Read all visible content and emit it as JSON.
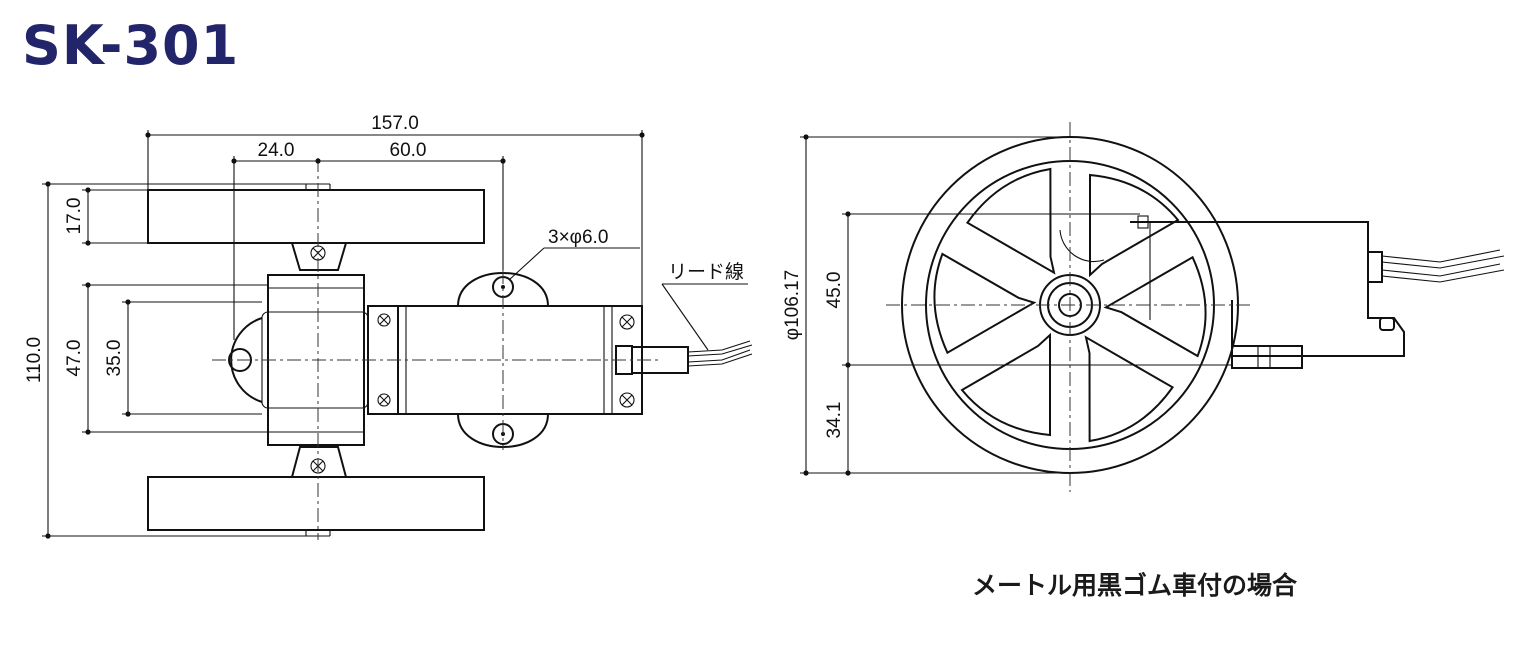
{
  "title": "SK-301",
  "caption": "メートル用黒ゴム車付の場合",
  "colors": {
    "title": "#23256a",
    "line": "#111111"
  },
  "dimensions": {
    "overall_length": "157.0",
    "offset_a": "24.0",
    "offset_b": "60.0",
    "wheel_width": "17.0",
    "overall_height": "110.0",
    "body_height": "47.0",
    "mount_spacing": "35.0",
    "holes": "3×φ6.0",
    "lead": "リード線",
    "wheel_diameter": "φ106.17",
    "upper_height": "45.0",
    "lower_height": "34.1"
  }
}
